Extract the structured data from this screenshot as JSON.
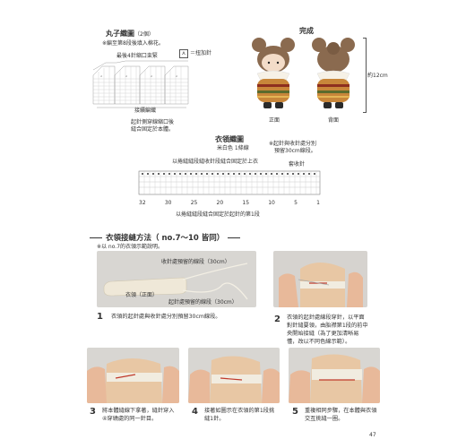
{
  "ball": {
    "title": "丸子織圖",
    "count": "（2個）",
    "note": "※編至第8段後填入棉花。",
    "legend_symbol": "⋏",
    "legend_label": "＝扭加針",
    "top_label": "最後4針縮口束緊",
    "bottom_label": "接續編織",
    "bottom_note1": "起針側穿線縮口後",
    "bottom_note2": "縫合固定於本體。"
  },
  "finished": {
    "title": "完成",
    "front": "正面",
    "back": "背面",
    "height": "約12cm"
  },
  "collar": {
    "title": "衣領織圖",
    "subtitle": "米白色 1條線",
    "note1": "※起針與收針處分別",
    "note2": "預留30cm線段。",
    "top_label": "以捲縫縫段縫收針段縫合固定於上衣",
    "bind_off": "套收針",
    "bottom_label": "以捲縫縫段縫合固定於起針的第1段",
    "tick_labels": [
      "32",
      "30",
      "25",
      "20",
      "15",
      "10",
      "5",
      "1"
    ]
  },
  "method": {
    "title": "衣領接縫方法（ no.7～10 皆同）",
    "subtitle": "※以 no.7的衣領示範說明。",
    "annot1": "收針處預留的線段（30cm）",
    "annot2": "衣領（正面）",
    "annot3": "起針處預留的線段（30cm）"
  },
  "steps": [
    {
      "num": "1",
      "text": [
        "衣領的起針處與收針處分別預留30cm線段。"
      ]
    },
    {
      "num": "2",
      "text": [
        "衣領的起針處線段穿針，以平面",
        "對針縫要領，由胎襟第1段的前中",
        "央開始接縫（為了更加清晰易",
        "懂，改以不同色線示範）。"
      ]
    },
    {
      "num": "3",
      "text": [
        "將本體縫線下拿著，縫針穿入",
        "④穿繞處的同一針目。"
      ]
    },
    {
      "num": "4",
      "text": [
        "接著如圖示在衣領的第1段挑",
        "縫1針。"
      ]
    },
    {
      "num": "5",
      "text": [
        "重複相同步驟，在本體與衣領",
        "交互挑縫一圈。"
      ]
    }
  ],
  "page_number": "47"
}
